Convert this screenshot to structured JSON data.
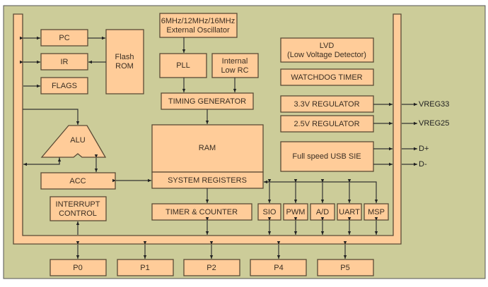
{
  "diagram": {
    "title": "Microcontroller Block Diagram",
    "colors": {
      "background": "#CCCC99",
      "block_fill": "#FFCC99",
      "block_stroke": "#5a4a35",
      "line": "#333333"
    },
    "blocks": {
      "pc": "PC",
      "ir": "IR",
      "flags": "FLAGS",
      "flash_rom_line1": "Flash",
      "flash_rom_line2": "ROM",
      "oscillator_line1": "6MHz/12MHz/16MHz",
      "oscillator_line2": "External Oscillator",
      "pll": "PLL",
      "internal_rc_line1": "Internal",
      "internal_rc_line2": "Low RC",
      "timing_generator": "TIMING GENERATOR",
      "lvd_line1": "LVD",
      "lvd_line2": "(Low Voltage Detector)",
      "watchdog": "WATCHDOG TIMER",
      "reg33": "3.3V REGULATOR",
      "reg25": "2.5V REGULATOR",
      "usb": "Full speed USB SIE",
      "alu": "ALU",
      "acc": "ACC",
      "ram": "RAM",
      "system_registers": "SYSTEM REGISTERS",
      "interrupt_line1": "INTERRUPT",
      "interrupt_line2": "CONTROL",
      "timer_counter": "TIMER & COUNTER",
      "sio": "SIO",
      "pwm": "PWM",
      "ad": "A/D",
      "uart": "UART",
      "msp": "MSP"
    },
    "ports": [
      "P0",
      "P1",
      "P2",
      "P4",
      "P5"
    ],
    "signals": {
      "vreg33": "VREG33",
      "vreg25": "VREG25",
      "dplus": "D+",
      "dminus": "D-"
    }
  }
}
